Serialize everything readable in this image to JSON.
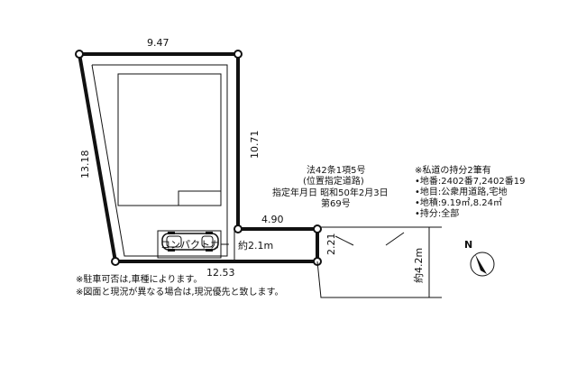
{
  "site_plan": {
    "dimensions": {
      "top": "9.47",
      "left": "13.18",
      "right": "10.71",
      "bottom": "12.53",
      "step": "4.90",
      "notch": "2.21",
      "width_small": "約2.1m",
      "road_width": "約4.2m"
    },
    "car_label": "コンパクトカー",
    "road_info": {
      "lines": [
        "法42条1項5号",
        "(位置指定道路)",
        "指定年月日 昭和50年2月3日",
        "第69号"
      ]
    },
    "private_road": {
      "lines": [
        "※私道の持分2筆有",
        "•地番:2402番7,2402番19",
        "•地目:公衆用道路,宅地",
        "•地積:9.19㎡,8.24㎡",
        "•持分:全部"
      ]
    },
    "notes": [
      "※駐車可否は,車種によります。",
      "※図面と現況が異なる場合は,現況優先と致します。"
    ],
    "north_label": "N",
    "colors": {
      "line": "#111111",
      "background": "#ffffff"
    }
  }
}
